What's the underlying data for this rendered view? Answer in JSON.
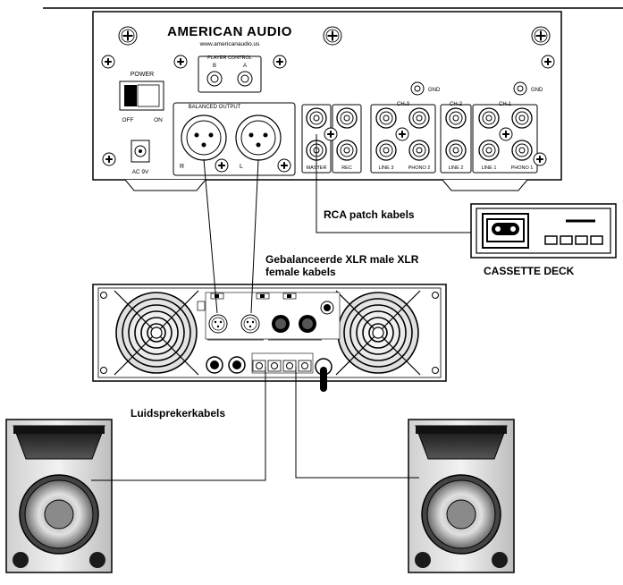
{
  "mixer": {
    "brand": "AMERICAN AUDIO",
    "url": "www.americanaudio.us",
    "player_control": "PLAYER CONTROL",
    "player_b": "B",
    "player_a": "A",
    "power": "POWER",
    "off": "OFF",
    "on": "ON",
    "ac": "AC 9V",
    "balanced_output": "BALANCED OUTPUT",
    "r": "R",
    "l": "L",
    "gnd1": "GND",
    "gnd2": "GND",
    "ch3": "CH-3",
    "ch2": "CH-2",
    "ch1": "CH-1",
    "master": "MASTER",
    "rec": "REC",
    "line3": "LINE 3",
    "phono2": "PHONO 2",
    "line2": "LINE 2",
    "line1": "LINE 1",
    "phono1": "PHONO 1"
  },
  "labels": {
    "rca_patch": "RCA patch kabels",
    "cassette": "CASSETTE DECK",
    "xlr_line1": "Gebalanceerde XLR male  XLR",
    "xlr_line2": "female kabels",
    "speaker_cables": "Luidsprekerkabels"
  },
  "colors": {
    "stroke": "#000000",
    "panel": "#ffffff",
    "speaker_dark": "#1a1a1a",
    "speaker_grey": "#9a9a9a"
  }
}
